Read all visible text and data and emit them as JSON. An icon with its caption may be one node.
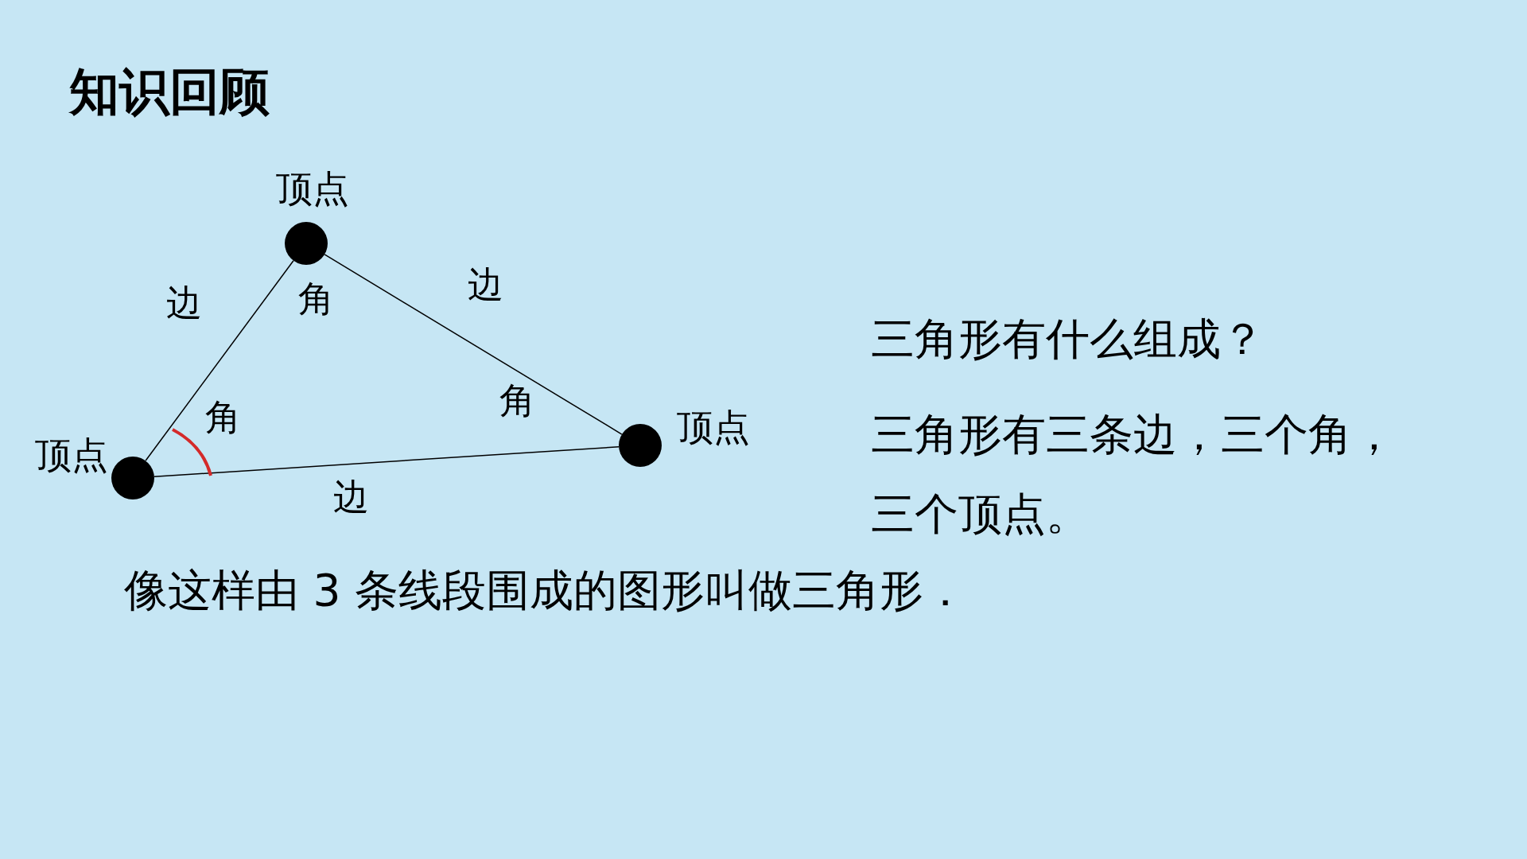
{
  "diagram": {
    "title": "知识回顾",
    "nodes": [
      {
        "text": [],
        "shape": "circle",
        "beside": [
          "顶点"
        ]
      },
      {
        "text": [],
        "shape": "circle",
        "beside": [
          "顶点"
        ]
      },
      {
        "text": [],
        "shape": "circle",
        "beside": [
          "顶点"
        ]
      }
    ],
    "edges": [
      {
        "from": 0,
        "to": 1,
        "arrow": "none",
        "label": "边"
      },
      {
        "from": 1,
        "to": 2,
        "arrow": "none",
        "label": "边"
      },
      {
        "from": 0,
        "to": 2,
        "arrow": "none",
        "label": "边"
      }
    ],
    "labels": [
      "角",
      "角",
      "角",
      "三角形有什么组成？",
      "三角形有三条边，三个角，三个顶点。",
      "像这样由 3 条线段围成的图形叫做三角形．"
    ]
  }
}
